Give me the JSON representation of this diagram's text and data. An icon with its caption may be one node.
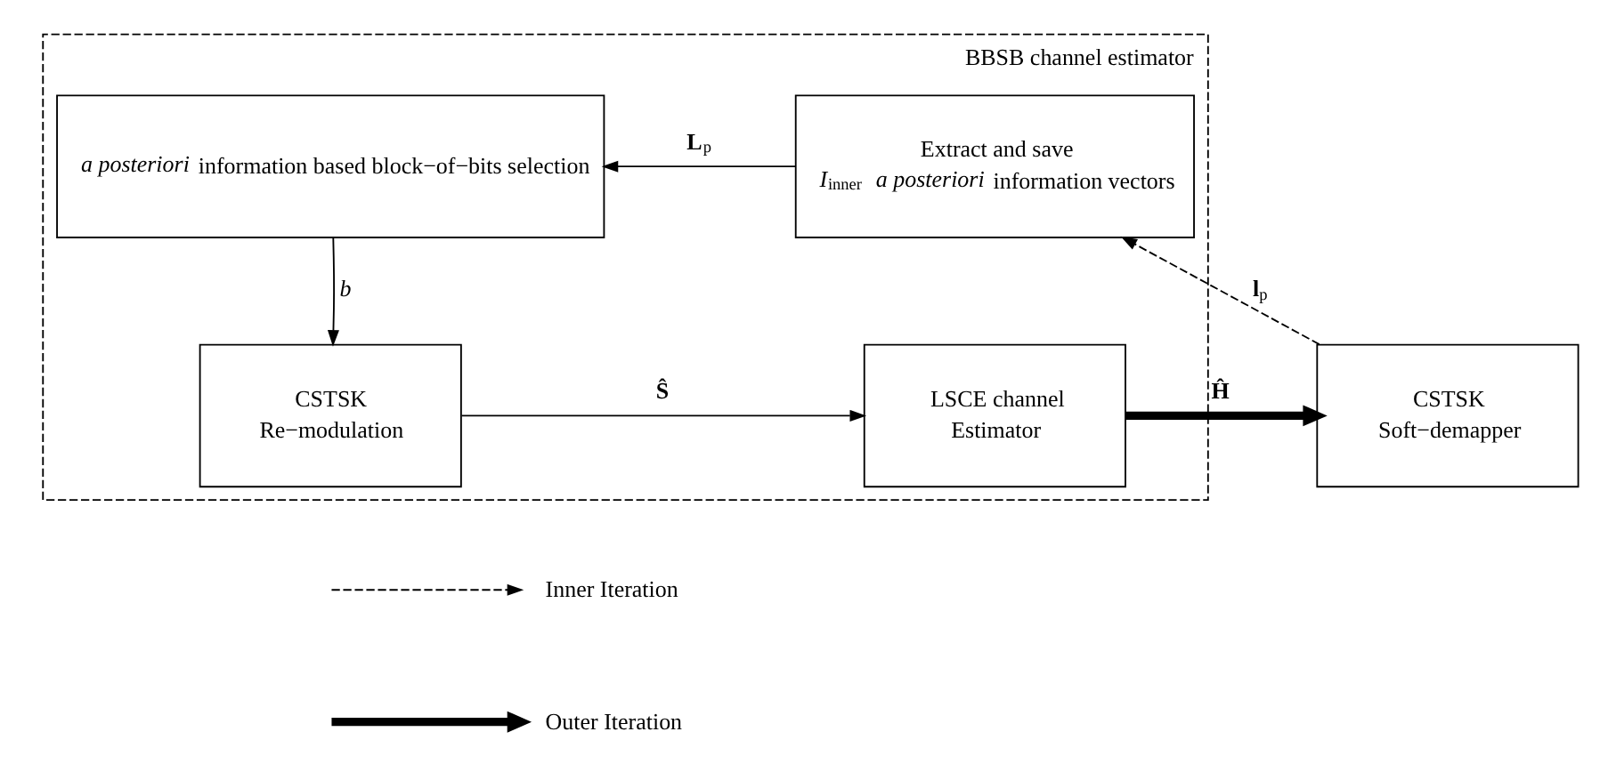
{
  "diagram": {
    "nodes": [
      {
        "text": [
          "BBSB channel estimator"
        ]
      },
      {
        "text": [
          "*a posteriori* information based block−of−bits selection"
        ],
        "in": 0
      },
      {
        "text": [
          "Extract and save",
          "*I*$_{inner}$ *a posteriori* information vectors"
        ],
        "in": 0
      },
      {
        "text": [
          "CSTSK",
          "Re−modulation"
        ],
        "in": 0
      },
      {
        "text": [
          "LSCE channel",
          "Estimator"
        ],
        "in": 0
      },
      {
        "text": [
          "CSTSK",
          "Soft−demapper"
        ]
      }
    ],
    "edges": [
      {
        "from": 5,
        "to": 2,
        "arrow": "to",
        "style": "dashed",
        "label": "**l**$_{p}$"
      },
      {
        "from": 2,
        "to": 1,
        "arrow": "to",
        "label": "**L**$_{p}$"
      },
      {
        "from": 1,
        "to": 3,
        "arrow": "to",
        "label": "*b*"
      },
      {
        "from": 3,
        "to": 4,
        "arrow": "to",
        "label": "**Ŝ**"
      },
      {
        "from": 4,
        "to": 5,
        "arrow": "to",
        "style": "thick",
        "label": "**Ĥ**"
      }
    ],
    "legend": [
      {
        "text": "Inner Iteration"
      },
      {
        "text": "Outer Iteration"
      }
    ]
  }
}
